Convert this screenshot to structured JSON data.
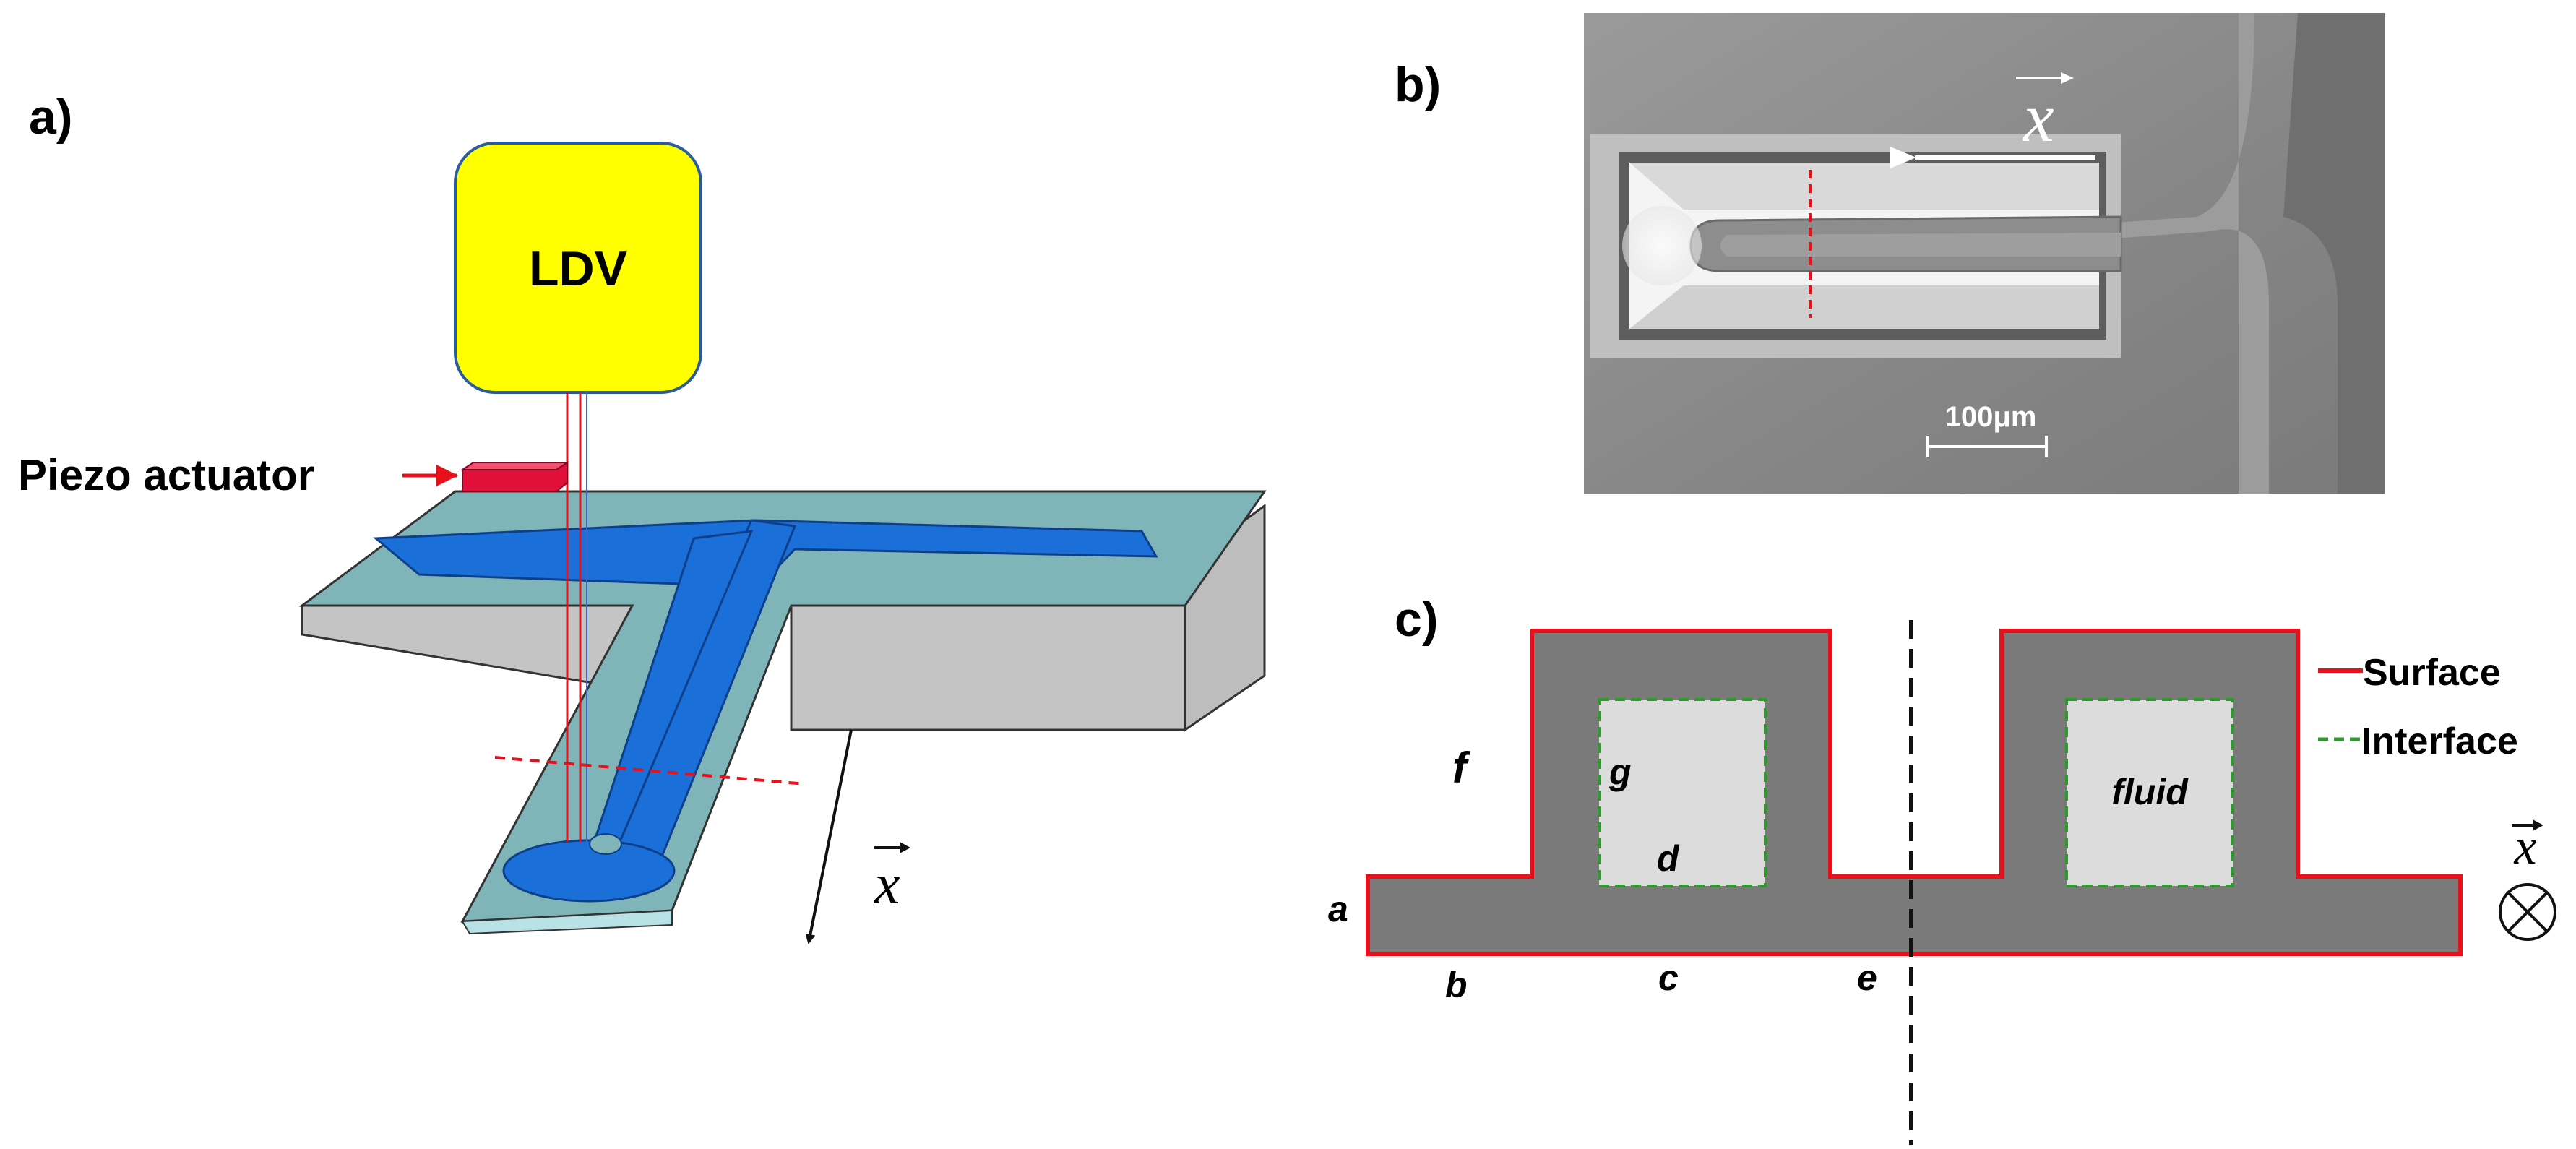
{
  "panel_a": {
    "label": "a)",
    "ldv_label": "LDV",
    "piezo_label": "Piezo actuator",
    "axis_label": "x"
  },
  "panel_b": {
    "label": "b)",
    "axis_label": "x",
    "scale_bar": "100μm"
  },
  "panel_c": {
    "label": "c)",
    "legend": {
      "surface": "Surface",
      "interface": "Interface"
    },
    "letters": {
      "a": "a",
      "b": "b",
      "c": "c",
      "d": "d",
      "e": "e",
      "f": "f",
      "g": "g"
    },
    "fluid_label": "fluid",
    "axis_label": "x"
  },
  "colors": {
    "ldv_fill": "#ffff00",
    "ldv_stroke": "#2a5b9c",
    "channel_blue": "#1a6fd8",
    "substrate_top": "#7fb4b8",
    "substrate_side": "#c4c4c4",
    "piezo_red": "#e0103a",
    "surface_line": "#e8101a",
    "interface_line": "#2e9a2e",
    "solid_gray": "#7a7a7a",
    "fluid_gray": "#dcdcdc",
    "sem_bg": "#8a8a8a"
  }
}
